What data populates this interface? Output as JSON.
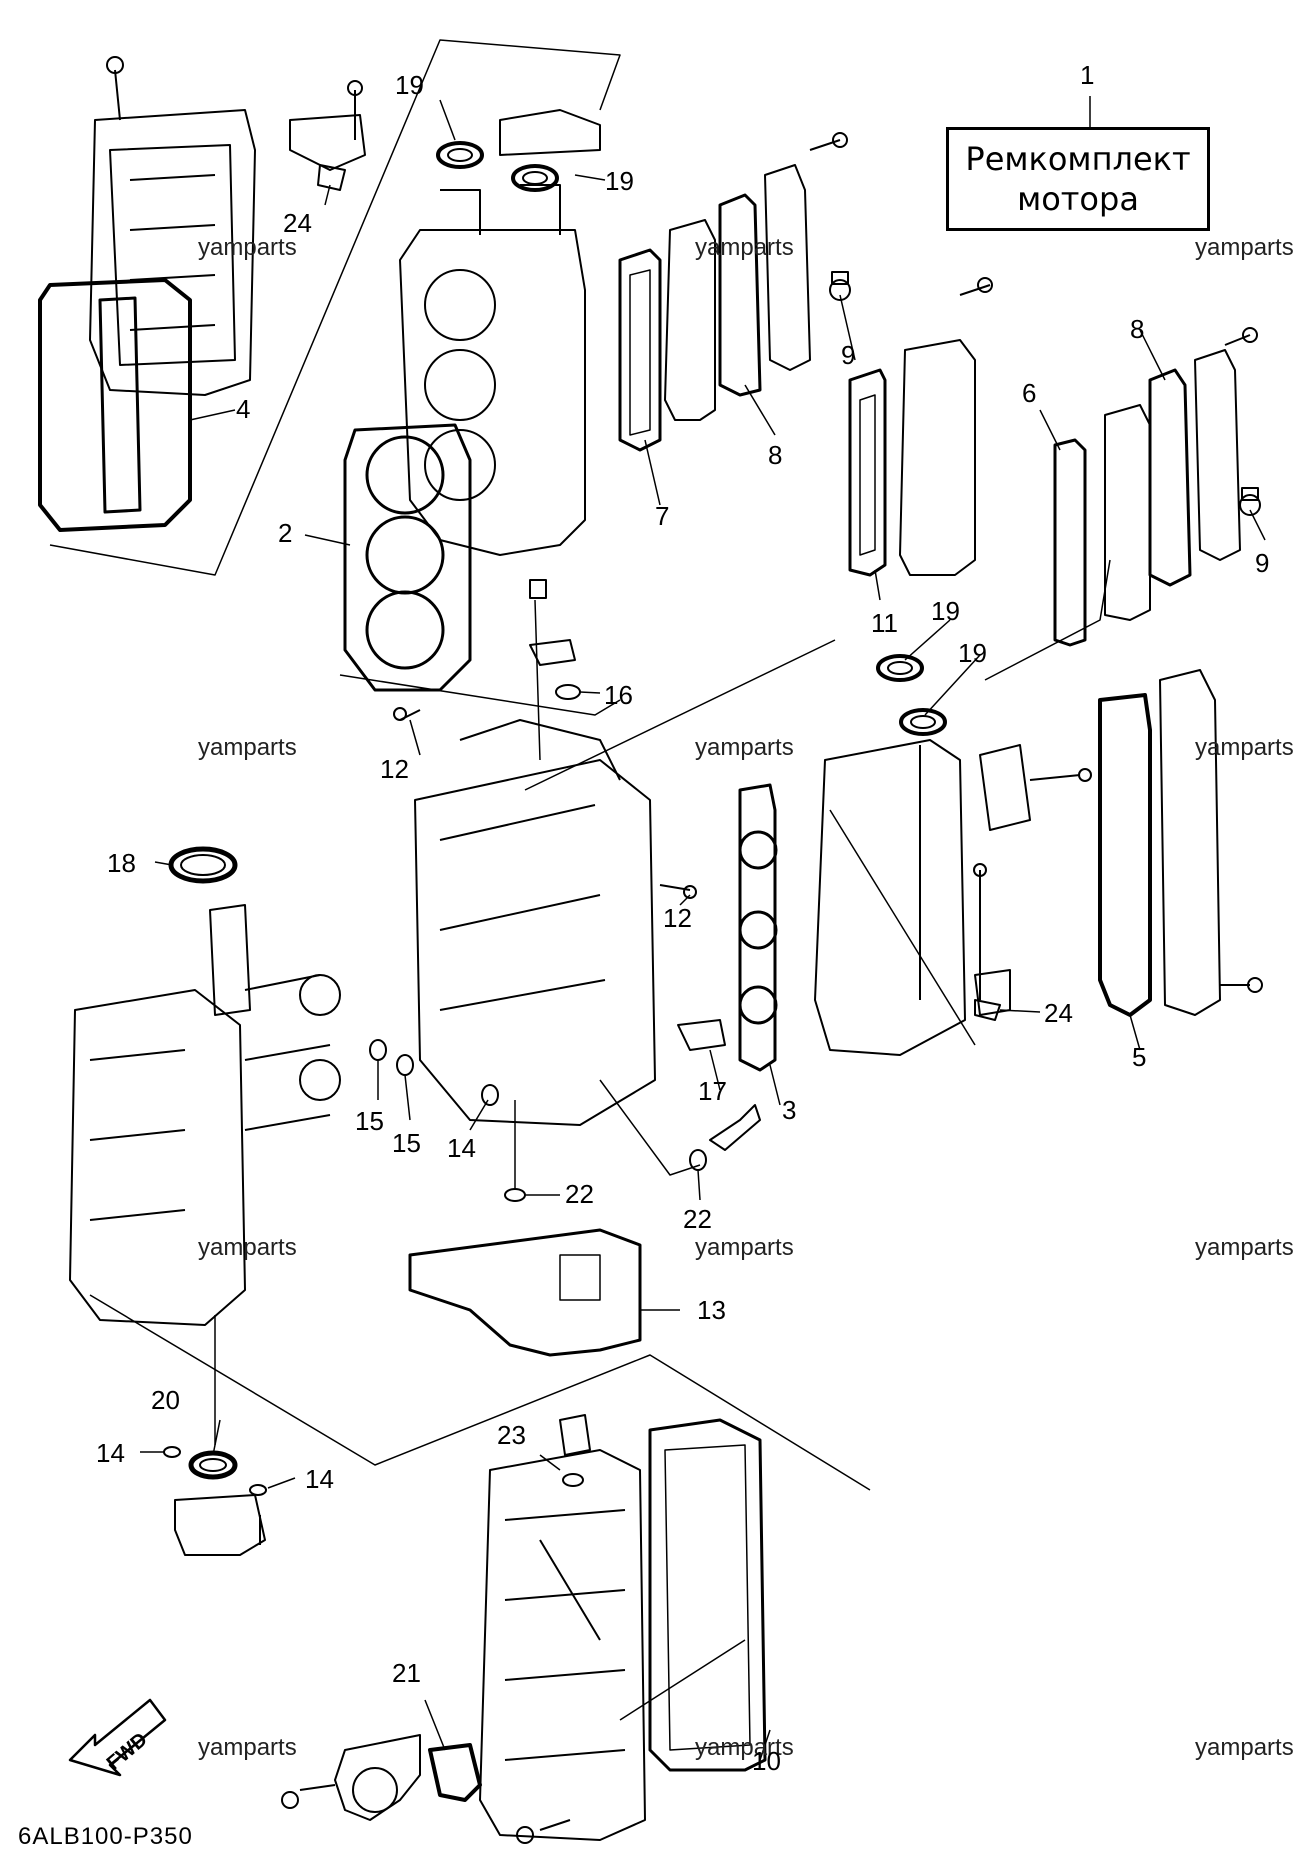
{
  "kit_label": {
    "line1": "Ремкомплект",
    "line2": "мотора"
  },
  "diagram_ref": "6ALB100-P350",
  "fwd_label": "FWD",
  "watermark": "yamparts",
  "callouts": {
    "c1": "1",
    "c2": "2",
    "c3": "3",
    "c4": "4",
    "c5": "5",
    "c6": "6",
    "c7": "7",
    "c8a": "8",
    "c8b": "8",
    "c9a": "9",
    "c9b": "9",
    "c10": "10",
    "c11": "11",
    "c12a": "12",
    "c12b": "12",
    "c13": "13",
    "c14a": "14",
    "c14b": "14",
    "c14c": "14",
    "c15a": "15",
    "c15b": "15",
    "c16": "16",
    "c17": "17",
    "c18": "18",
    "c19a": "19",
    "c19b": "19",
    "c19c": "19",
    "c19d": "19",
    "c20": "20",
    "c21": "21",
    "c22a": "22",
    "c22b": "22",
    "c23": "23",
    "c24a": "24",
    "c24b": "24"
  },
  "colors": {
    "line": "#000000",
    "background": "#ffffff"
  }
}
